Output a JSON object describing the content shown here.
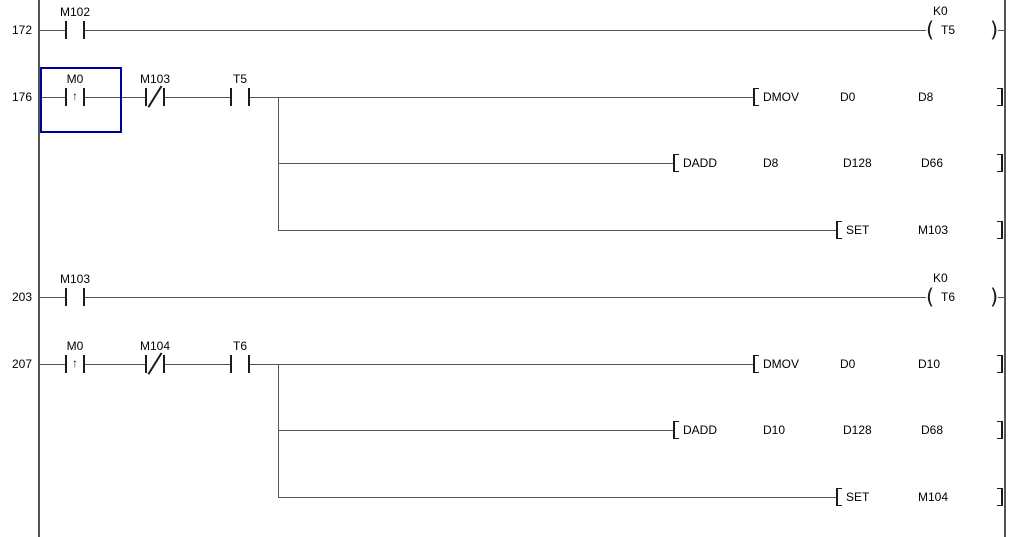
{
  "editor": {
    "background": "#ffffff",
    "wire_color": "#555555",
    "symbol_color": "#1a1a1a",
    "selection_color": "#0000a0"
  },
  "symbols": {
    "rising_edge": "↑",
    "coil_open": "(",
    "coil_close": ")"
  },
  "rungs": [
    {
      "step": "172",
      "contacts": [
        {
          "label": "M102",
          "type": "normally-open"
        }
      ],
      "coil": {
        "preset": "K0",
        "label": "T5"
      }
    },
    {
      "step": "176",
      "contacts": [
        {
          "label": "M0",
          "type": "rising-pulse"
        },
        {
          "label": "M103",
          "type": "normally-closed"
        },
        {
          "label": "T5",
          "type": "normally-open"
        }
      ],
      "instructions": [
        {
          "op": "DMOV",
          "o1": "D0",
          "o2": "D8"
        },
        {
          "op": "DADD",
          "o1": "D8",
          "o2": "D128",
          "o3": "D66"
        },
        {
          "op": "SET",
          "o1": "M103"
        }
      ]
    },
    {
      "step": "203",
      "contacts": [
        {
          "label": "M103",
          "type": "normally-open"
        }
      ],
      "coil": {
        "preset": "K0",
        "label": "T6"
      }
    },
    {
      "step": "207",
      "contacts": [
        {
          "label": "M0",
          "type": "rising-pulse"
        },
        {
          "label": "M104",
          "type": "normally-closed"
        },
        {
          "label": "T6",
          "type": "normally-open"
        }
      ],
      "instructions": [
        {
          "op": "DMOV",
          "o1": "D0",
          "o2": "D10"
        },
        {
          "op": "DADD",
          "o1": "D10",
          "o2": "D128",
          "o3": "D68"
        },
        {
          "op": "SET",
          "o1": "M104"
        }
      ]
    }
  ]
}
